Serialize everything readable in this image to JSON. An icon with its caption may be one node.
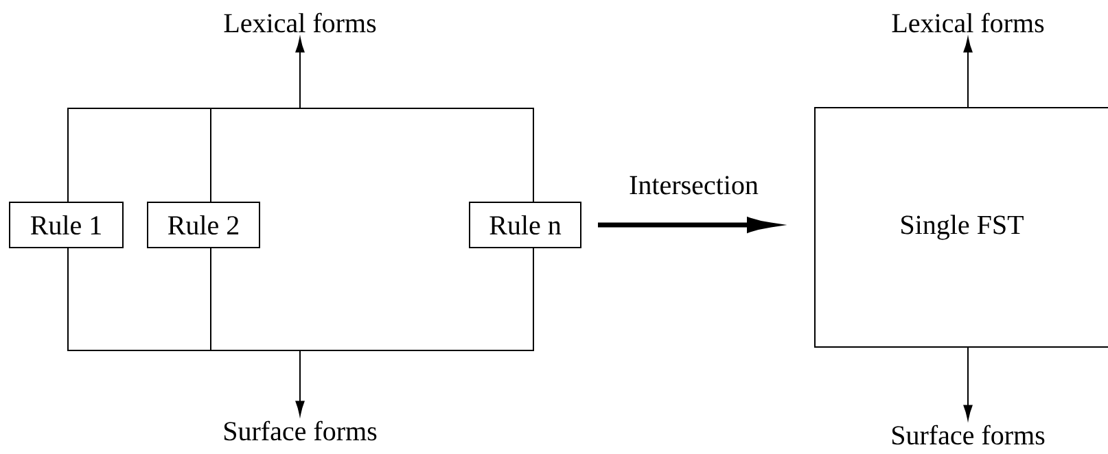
{
  "diagram": {
    "nodes": [
      {
        "text": [
          "Lexical forms"
        ]
      },
      {
        "text": [],
        "shape": "box"
      },
      {
        "text": [
          "Rule 1"
        ]
      },
      {
        "text": [
          "Rule 2"
        ],
        "in": 1
      },
      {
        "text": [
          "Rule n"
        ]
      },
      {
        "text": [
          "Surface forms"
        ]
      },
      {
        "text": [
          "Lexical forms"
        ]
      },
      {
        "text": [
          "Single FST"
        ]
      },
      {
        "text": [
          "Surface forms"
        ]
      }
    ],
    "edges": [
      {
        "from": 1,
        "to": 0,
        "arrow": "to"
      },
      {
        "from": 1,
        "to": 5,
        "arrow": "to"
      },
      {
        "from": 4,
        "to": 7,
        "arrow": "to",
        "label": "Intersection",
        "style": "thick"
      },
      {
        "from": 7,
        "to": 6,
        "arrow": "to"
      },
      {
        "from": 7,
        "to": 8,
        "arrow": "to"
      }
    ]
  }
}
